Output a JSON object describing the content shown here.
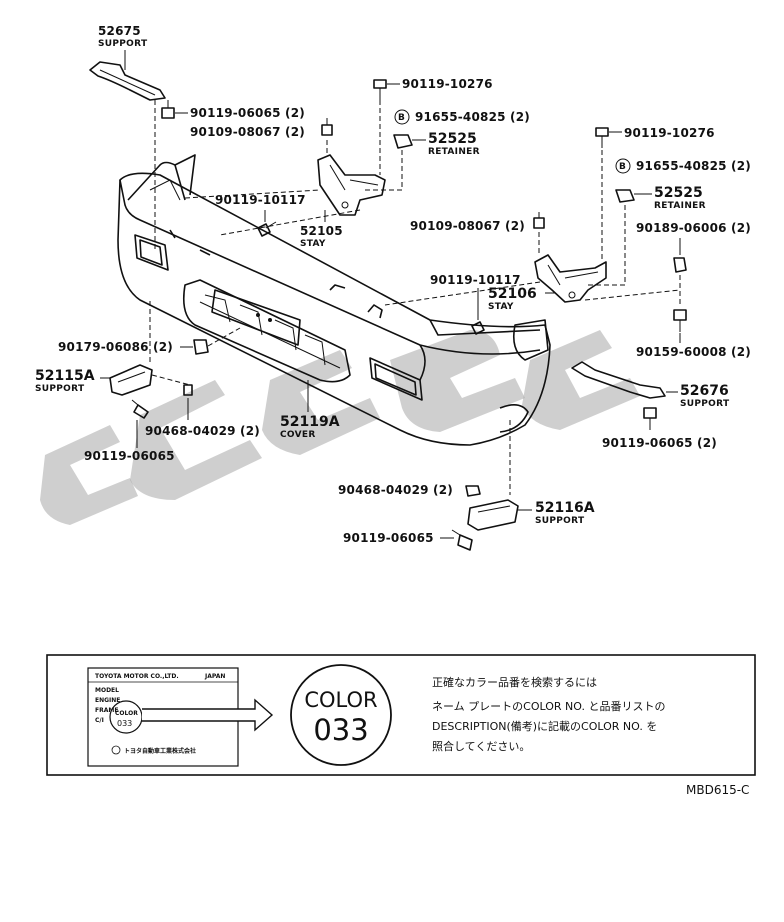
{
  "parts": {
    "p52675": {
      "number": "52675",
      "name": "SUPPORT"
    },
    "p90119_06065_top": "90119-06065 (2)",
    "p90109_08067_top": "90109-08067 (2)",
    "p90119_10276_a": "90119-10276",
    "p91655_a": "91655-40825 (2)",
    "p52525_a": {
      "number": "52525",
      "name": "RETAINER"
    },
    "p90119_10117_a": "90119-10117",
    "p52105": {
      "number": "52105",
      "name": "STAY"
    },
    "p90119_10276_b": "90119-10276",
    "p91655_b": "91655-40825 (2)",
    "p52525_b": {
      "number": "52525",
      "name": "RETAINER"
    },
    "p90109_08067_right": "90109-08067 (2)",
    "p90189_06006": "90189-06006 (2)",
    "p90119_10117_b": "90119-10117",
    "p52106": {
      "number": "52106",
      "name": "STAY"
    },
    "p90179_06086": "90179-06086 (2)",
    "p90159_60008": "90159-60008 (2)",
    "p52115A": {
      "number": "52115A",
      "name": "SUPPORT"
    },
    "p52676": {
      "number": "52676",
      "name": "SUPPORT"
    },
    "p90468_04029_left": "90468-04029 (2)",
    "p52119A": {
      "number": "52119A",
      "name": "COVER"
    },
    "p90119_06065_left": "90119-06065",
    "p90119_06065_right": "90119-06065 (2)",
    "p90468_04029_bottom": "90468-04029 (2)",
    "p52116A": {
      "number": "52116A",
      "name": "SUPPORT"
    },
    "p90119_06065_bottom": "90119-06065"
  },
  "bolt_marker": "B",
  "nameplate": {
    "maker": "TOYOTA MOTOR CO.,LTD.",
    "country": "JAPAN",
    "fields": [
      "MODEL",
      "ENGINE",
      "FRAME",
      "C/I"
    ],
    "color_label": "COLOR",
    "color_code": "033",
    "footer": "トヨタ自動車工業株式会社"
  },
  "color_badge": {
    "label": "COLOR",
    "code": "033"
  },
  "note_lines": [
    "正確なカラー品番を検索するには",
    "ネーム プレートのCOLOR NO. と品番リストの",
    "DESCRIPTION(備考)に記載のCOLOR NO. を",
    "照合してください。"
  ],
  "figure_code": "MBD615-C"
}
